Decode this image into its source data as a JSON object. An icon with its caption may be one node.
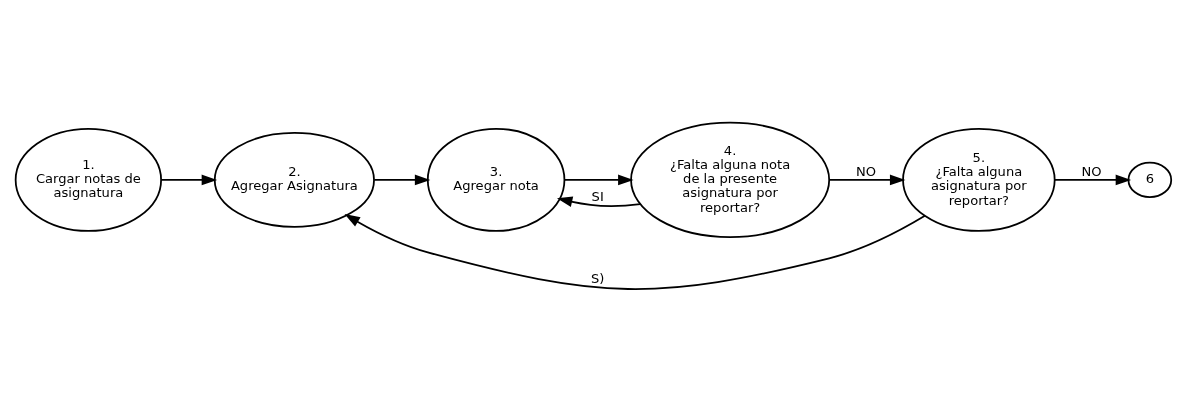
{
  "diagram": {
    "nodes": [
      {
        "text": [
          "1.",
          "Cargar notas de asignatura"
        ]
      },
      {
        "text": [
          "2.",
          "Agregar Asignatura"
        ]
      },
      {
        "text": [
          "3.",
          "Agregar nota"
        ]
      },
      {
        "text": [
          "4.",
          "¿Falta alguna nota de la presente asignatura por reportar?"
        ]
      },
      {
        "text": [
          "5.",
          "¿Falta alguna asignatura por reportar?"
        ]
      },
      {
        "text": [
          "6"
        ]
      }
    ],
    "edges": [
      {
        "from": 0,
        "to": 1,
        "arrow": "to"
      },
      {
        "from": 1,
        "to": 2,
        "arrow": "to"
      },
      {
        "from": 2,
        "to": 3,
        "arrow": "to"
      },
      {
        "from": 3,
        "to": 2,
        "arrow": "to",
        "label": "SI"
      },
      {
        "from": 3,
        "to": 4,
        "arrow": "to",
        "label": "NO"
      },
      {
        "from": 4,
        "to": 1,
        "arrow": "to",
        "label": "S)"
      },
      {
        "from": 4,
        "to": 5,
        "arrow": "to",
        "label": "NO"
      }
    ]
  }
}
